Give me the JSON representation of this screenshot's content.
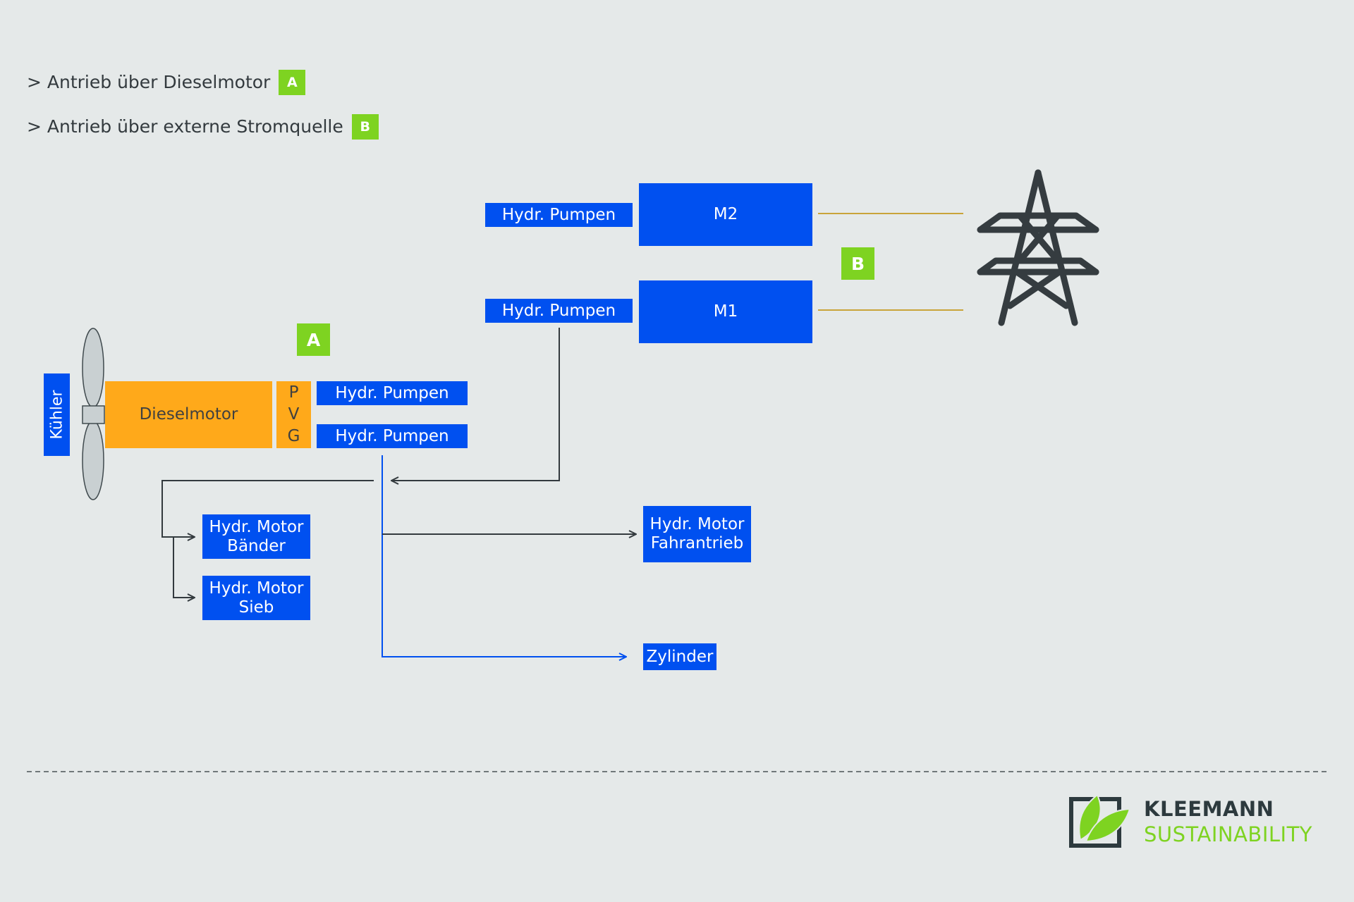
{
  "legend": {
    "line_a_text": "> Antrieb über Dieselmotor",
    "line_a_badge": "A",
    "line_b_text": "> Antrieb über externe Stromquelle",
    "line_b_badge": "B"
  },
  "badges": {
    "a": "A",
    "b": "B"
  },
  "boxes": {
    "kuehler": "Kühler",
    "dieselmotor": "Dieselmotor",
    "pvg": [
      "P",
      "V",
      "G"
    ],
    "hydr_pumpen_diesel_1": "Hydr. Pumpen",
    "hydr_pumpen_diesel_2": "Hydr. Pumpen",
    "hydr_pumpen_m2": "Hydr. Pumpen",
    "hydr_pumpen_m1": "Hydr. Pumpen",
    "m2": "M2",
    "m1": "M1",
    "hydr_motor_baender_1": "Hydr. Motor",
    "hydr_motor_baender_2": "Bänder",
    "hydr_motor_sieb_1": "Hydr. Motor",
    "hydr_motor_sieb_2": "Sieb",
    "hydr_motor_fahrantrieb_1": "Hydr. Motor",
    "hydr_motor_fahrantrieb_2": "Fahrantrieb",
    "zylinder": "Zylinder"
  },
  "icons": {
    "fan": "fan-icon",
    "power_tower": "power-tower-icon",
    "logo_mark": "leaf-logo-icon"
  },
  "logo": {
    "line1": "KLEEMANN",
    "line2": "SUSTAINABILITY"
  },
  "colors": {
    "background": "#e5e9e9",
    "box_blue": "#0050f0",
    "diesel_orange": "#ffa91a",
    "badge_green": "#7ed321",
    "line_dark": "#333a3e",
    "line_gold": "#c9a43a",
    "fan_grey": "#c9d0d2"
  }
}
